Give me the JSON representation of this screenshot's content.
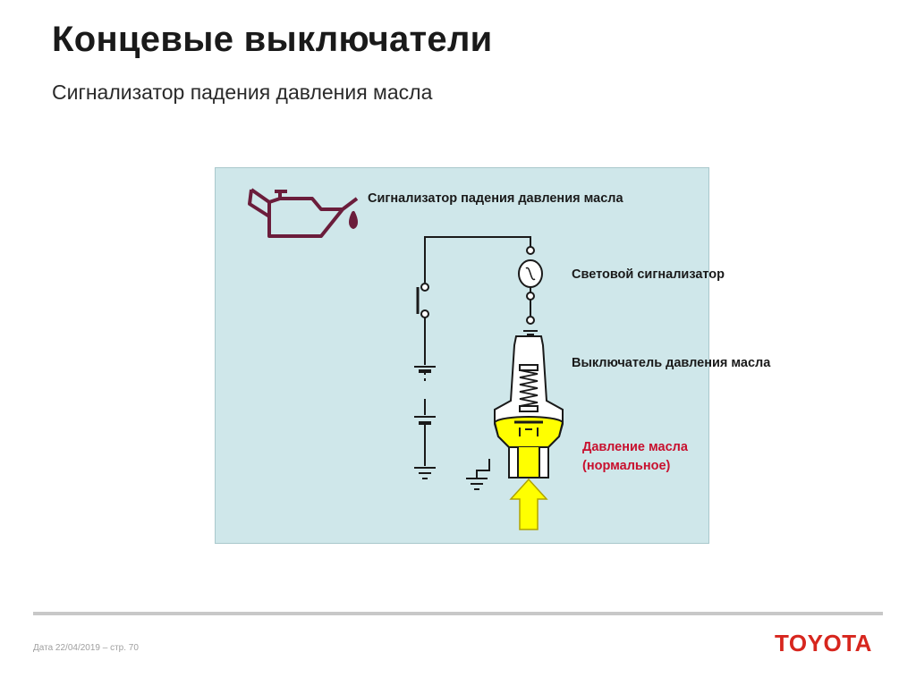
{
  "slide": {
    "title": "Концевые выключатели",
    "subtitle": "Сигнализатор падения давления масла"
  },
  "diagram": {
    "caption": "Сигнализатор падения давления масла",
    "labels": {
      "lamp": "Световой сигнализатор",
      "switch": "Выключатель давления масла",
      "pressure_line1": "Давление масла",
      "pressure_line2": "(нормальное)"
    },
    "colors": {
      "panel": "#cfe7ea",
      "oil_can": "#6b1d3b",
      "pressure_fill": "#ffff00",
      "pressure_text": "#c8102e",
      "wire": "#1a1a1a"
    },
    "icons": [
      "oil-can-icon",
      "lamp-icon",
      "battery-icon",
      "ground-icon",
      "arrow-up-icon"
    ]
  },
  "footer": {
    "meta": "Дата 22/04/2019 – стр.  70",
    "brand": "TOYOTA"
  }
}
